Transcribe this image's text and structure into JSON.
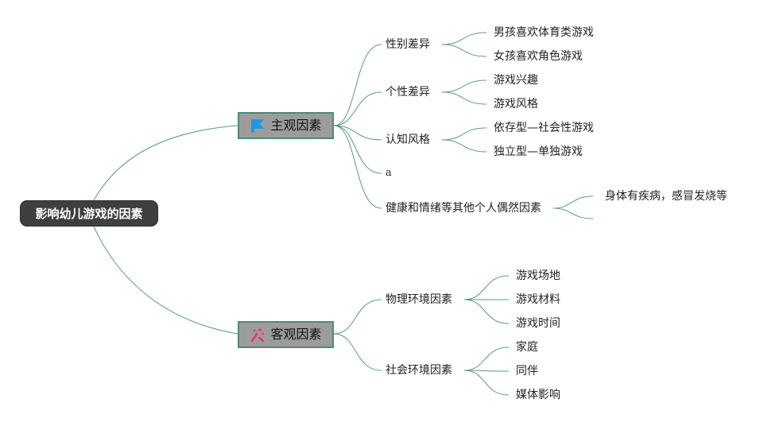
{
  "root": {
    "label": "影响幼儿游戏的因素"
  },
  "branches": [
    {
      "label": "主观因素",
      "icon": "blue-flag-icon",
      "children": [
        {
          "label": "性别差异",
          "children": [
            "男孩喜欢体育类游戏",
            "女孩喜欢角色游戏"
          ]
        },
        {
          "label": "个性差异",
          "children": [
            "游戏兴趣",
            "游戏风格"
          ]
        },
        {
          "label": "认知风格",
          "children": [
            "依存型—社会性游戏",
            "独立型—单独游戏"
          ]
        },
        {
          "label": "a",
          "children": []
        },
        {
          "label": "健康和情绪等其他个人偶然因素",
          "children": [
            "身体有疾病，感冒发烧等",
            ""
          ]
        }
      ]
    },
    {
      "label": "客观因素",
      "icon": "pink-sparkle-icon",
      "children": [
        {
          "label": "物理环境因素",
          "children": [
            "游戏场地",
            "游戏材料",
            "游戏时间"
          ]
        },
        {
          "label": "社会环境因素",
          "children": [
            "家庭",
            "同伴",
            "媒体影响"
          ]
        }
      ]
    }
  ],
  "colors": {
    "root_bg": "#3f3f3f",
    "branch_bg": "#9c9c9c",
    "line": "#5b9a84",
    "flag": "#1a9be6",
    "sparkle": "#e8336e"
  }
}
